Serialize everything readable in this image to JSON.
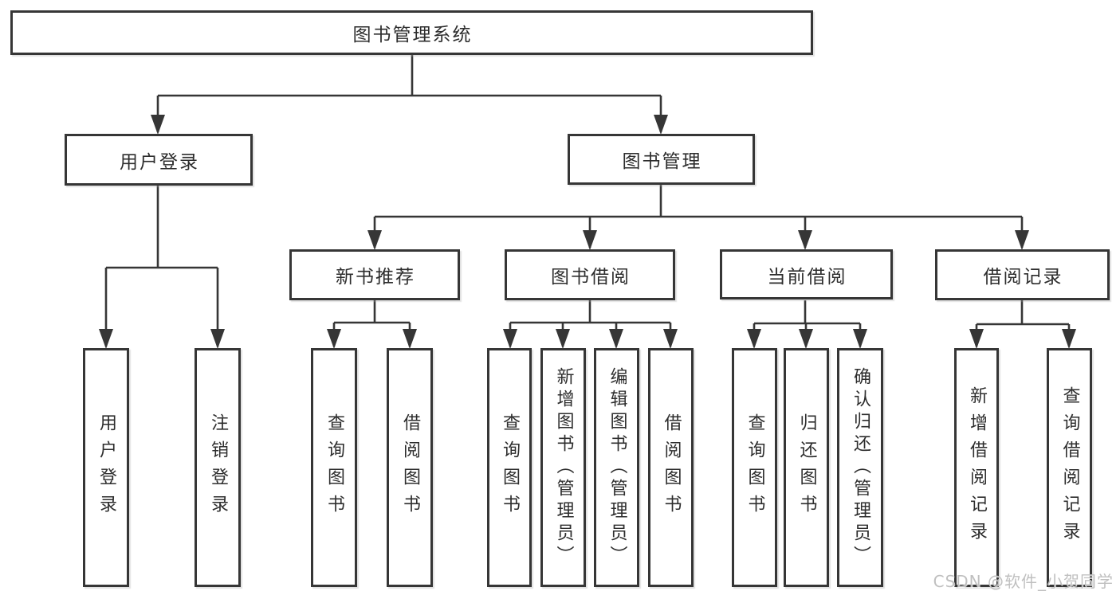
{
  "tree": {
    "label": "图书管理系统",
    "children": [
      {
        "label": "用户登录",
        "children": [
          {
            "label": "用户登录"
          },
          {
            "label": "注销登录"
          }
        ]
      },
      {
        "label": "图书管理",
        "children": [
          {
            "label": "新书推荐",
            "children": [
              {
                "label": "查询图书"
              },
              {
                "label": "借阅图书"
              }
            ]
          },
          {
            "label": "图书借阅",
            "children": [
              {
                "label": "查询图书"
              },
              {
                "label": "新增图书（管理员）"
              },
              {
                "label": "编辑图书（管理员）"
              },
              {
                "label": "借阅图书"
              }
            ]
          },
          {
            "label": "当前借阅",
            "children": [
              {
                "label": "查询图书"
              },
              {
                "label": "归还图书"
              },
              {
                "label": "确认归还（管理员）"
              }
            ]
          },
          {
            "label": "借阅记录",
            "children": [
              {
                "label": "新增借阅记录"
              },
              {
                "label": "查询借阅记录"
              }
            ]
          }
        ]
      }
    ]
  },
  "watermark": "CSDN @软件_小贺同学",
  "colors": {
    "line": "#363636",
    "text": "#2d2d2d",
    "watermark": "#c0c0c0"
  }
}
